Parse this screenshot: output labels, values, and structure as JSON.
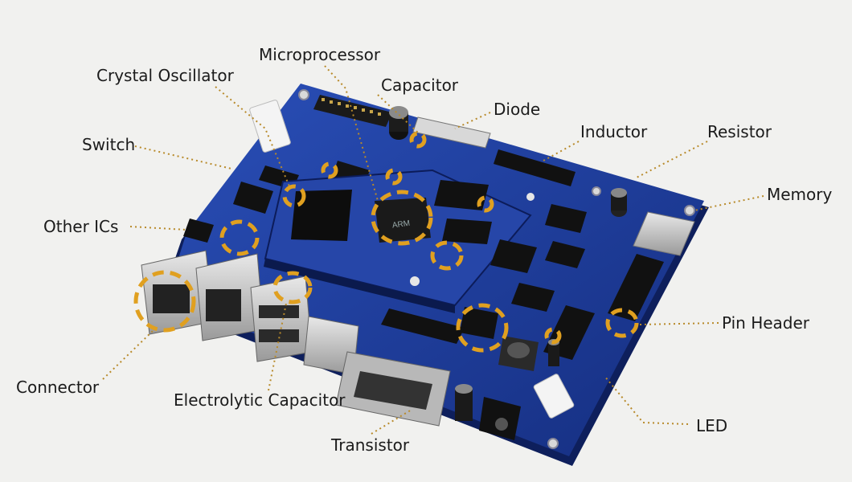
{
  "labels": {
    "crystal_oscillator": "Crystal Oscillator",
    "microprocessor": "Microprocessor",
    "capacitor": "Capacitor",
    "diode": "Diode",
    "inductor": "Inductor",
    "resistor": "Resistor",
    "memory": "Memory",
    "switch": "Switch",
    "other_ics": "Other ICs",
    "pin_header": "Pin Header",
    "connector": "Connector",
    "electrolytic_capacitor": "Electrolytic Capacitor",
    "transistor": "Transistor",
    "led": "LED"
  },
  "colors": {
    "background": "#f1f1ef",
    "pcb": "#1f3f9e",
    "callout": "#e0a020",
    "leader": "#b88a2a",
    "text": "#1b1b1b"
  }
}
